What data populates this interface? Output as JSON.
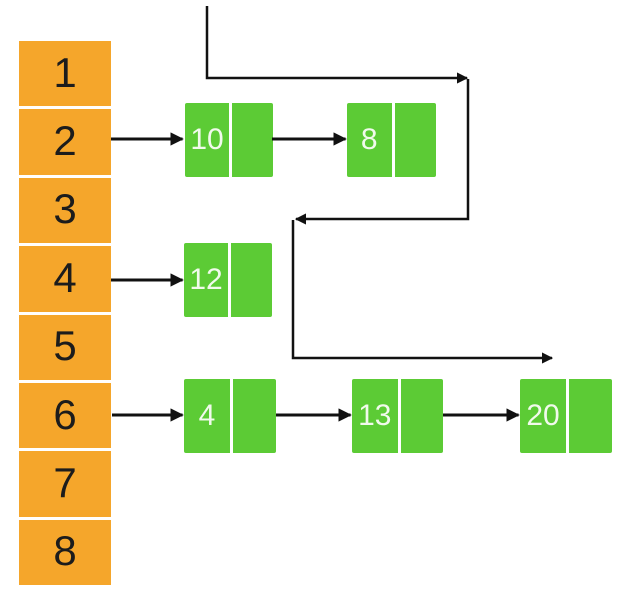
{
  "colors": {
    "array_fill": "#F5A62B",
    "node_fill": "#5CCB35",
    "arrow": "#111111",
    "array_text": "#1C1C1C",
    "node_text": "#F1FAEC",
    "divider": "#FFFFFF"
  },
  "array": {
    "cells": [
      {
        "label": "1"
      },
      {
        "label": "2"
      },
      {
        "label": "3"
      },
      {
        "label": "4"
      },
      {
        "label": "5"
      },
      {
        "label": "6"
      },
      {
        "label": "7"
      },
      {
        "label": "8"
      }
    ]
  },
  "nodes": [
    {
      "value": "10"
    },
    {
      "value": "8"
    },
    {
      "value": "12"
    },
    {
      "value": "4"
    },
    {
      "value": "13"
    },
    {
      "value": "20"
    }
  ],
  "chains": [
    {
      "bucket": "2",
      "values": [
        "10",
        "8"
      ]
    },
    {
      "bucket": "4",
      "values": [
        "12"
      ]
    },
    {
      "bucket": "6",
      "values": [
        "4",
        "13",
        "20"
      ]
    }
  ]
}
